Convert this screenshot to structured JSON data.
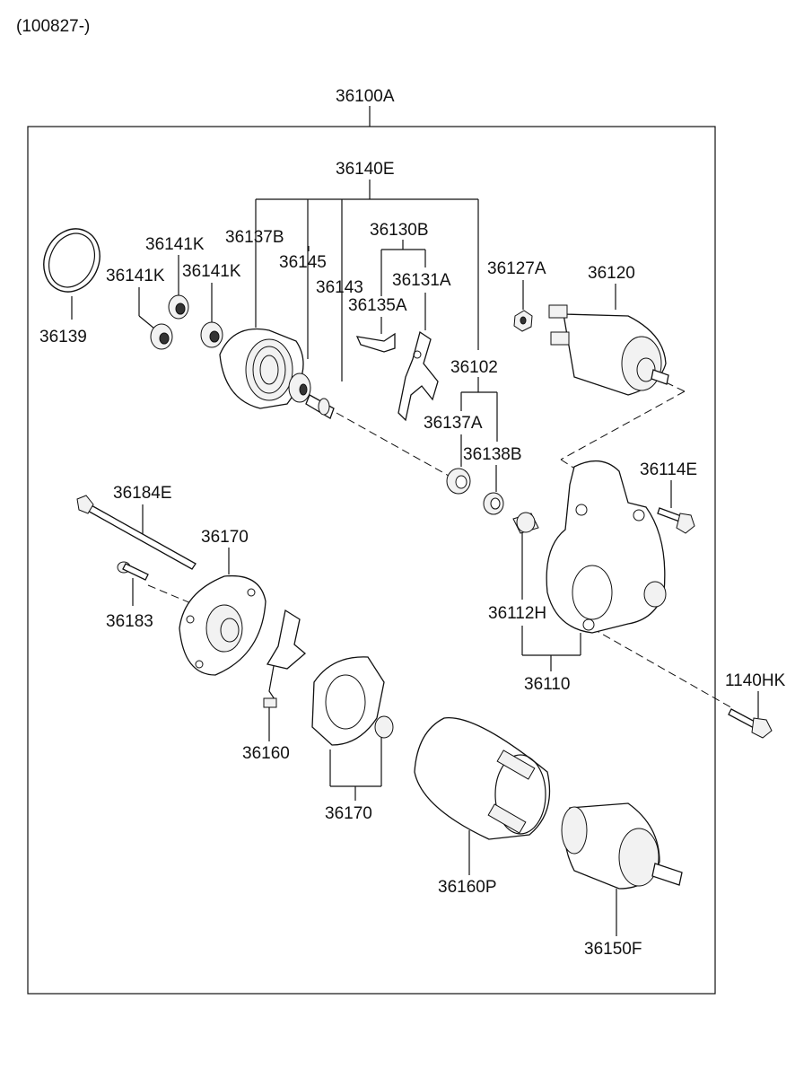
{
  "header": {
    "code": "(100827-)"
  },
  "labels": {
    "p36100A": "36100A",
    "p36140E": "36140E",
    "p36130B": "36130B",
    "p36141K_a": "36141K",
    "p36137B": "36137B",
    "p36145": "36145",
    "p36141K_b": "36141K",
    "p36141K_c": "36141K",
    "p36143": "36143",
    "p36131A": "36131A",
    "p36135A": "36135A",
    "p36127A": "36127A",
    "p36120": "36120",
    "p36139": "36139",
    "p36102": "36102",
    "p36137A": "36137A",
    "p36138B": "36138B",
    "p36114E": "36114E",
    "p36184E": "36184E",
    "p36170_a": "36170",
    "p36183": "36183",
    "p36112H": "36112H",
    "p36110": "36110",
    "p1140HK": "1140HK",
    "p36160": "36160",
    "p36170_b": "36170",
    "p36160P": "36160P",
    "p36150F": "36150F"
  }
}
